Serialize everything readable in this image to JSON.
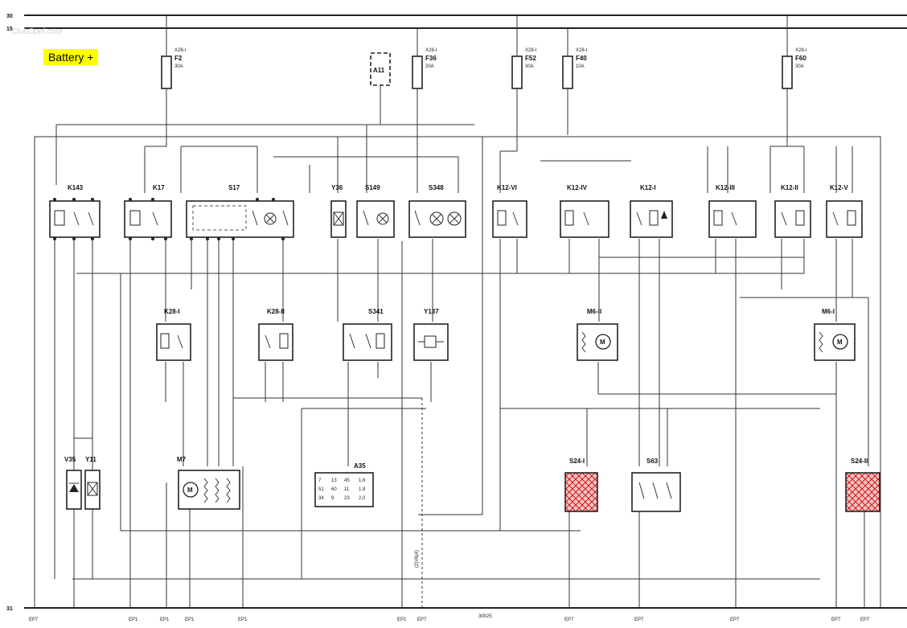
{
  "watermark": "ClubOpel.com",
  "battery_label": "Battery +",
  "bus_labels": {
    "b30": "30",
    "b15": "15",
    "b31": "31"
  },
  "fuses": [
    {
      "conn": "X28-I",
      "name": "F2",
      "rating": "30A"
    },
    {
      "conn": "X28-I",
      "name": "F36",
      "rating": "20A"
    },
    {
      "conn": "X28-I",
      "name": "F52",
      "rating": "30A"
    },
    {
      "conn": "X28-I",
      "name": "F40",
      "rating": "10A"
    },
    {
      "conn": "X28-I",
      "name": "F60",
      "rating": "30A"
    }
  ],
  "a11_label": "A11",
  "components": {
    "k143": "K143",
    "k17": "K17",
    "s17": "S17",
    "y36": "Y36",
    "s149": "S149",
    "s348": "S348",
    "k12vi": "K12-VI",
    "k12iv": "K12-IV",
    "k12i": "K12-I",
    "k12iii": "K12-III",
    "k12ii": "K12-II",
    "k12v": "K12-V",
    "k28i": "K28-I",
    "k28ii": "K28-II",
    "s341": "S341",
    "y137": "Y137",
    "m6ii": "M6-II",
    "m6i": "M6-I",
    "v35": "V35",
    "y11": "Y11",
    "m7": "M7",
    "a35": "A35",
    "s24i": "S24-I",
    "s63": "S63",
    "s24ii": "S24-II"
  },
  "a35_table": [
    [
      "7",
      "13",
      "45",
      "1,6"
    ],
    [
      "51",
      "60",
      "11",
      "1,8"
    ],
    [
      "34",
      "9",
      "23",
      "2,0"
    ]
  ],
  "ground_labels": [
    "EP7",
    "EP1",
    "EP1",
    "EP1",
    "EP1",
    "EP1",
    "EP7",
    "EP7",
    "EP7",
    "EP7",
    "EP7",
    "EP7"
  ],
  "diagram_number": "30025",
  "dashed_label": "(2)V6(4)"
}
